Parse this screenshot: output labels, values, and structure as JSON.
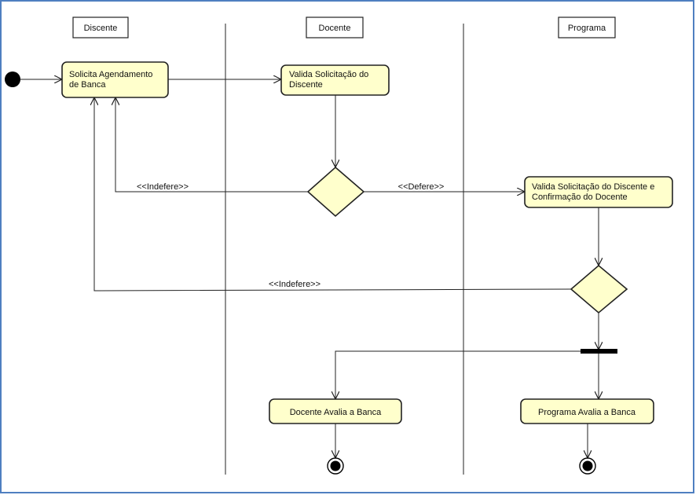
{
  "swimlanes": [
    {
      "name": "Discente"
    },
    {
      "name": "Docente"
    },
    {
      "name": "Programa"
    }
  ],
  "activities": {
    "solicita": {
      "lines": [
        "Solicita Agendamento",
        "de Banca"
      ]
    },
    "valida_docente": {
      "lines": [
        "Valida Solicitação do",
        "Discente"
      ]
    },
    "valida_programa": {
      "lines": [
        "Valida Solicitação do Discente e",
        "Confirmação do Docente"
      ]
    },
    "docente_avalia": {
      "lines": [
        "Docente Avalia a Banca"
      ]
    },
    "programa_avalia": {
      "lines": [
        "Programa Avalia a Banca"
      ]
    }
  },
  "guards": {
    "indefere_1": "<<Indefere>>",
    "defere": "<<Defere>>",
    "indefere_2": "<<Indefere>>"
  },
  "colors": {
    "node_fill": "#ffffcc",
    "stroke": "#222222",
    "frame": "#4f7fc0"
  }
}
